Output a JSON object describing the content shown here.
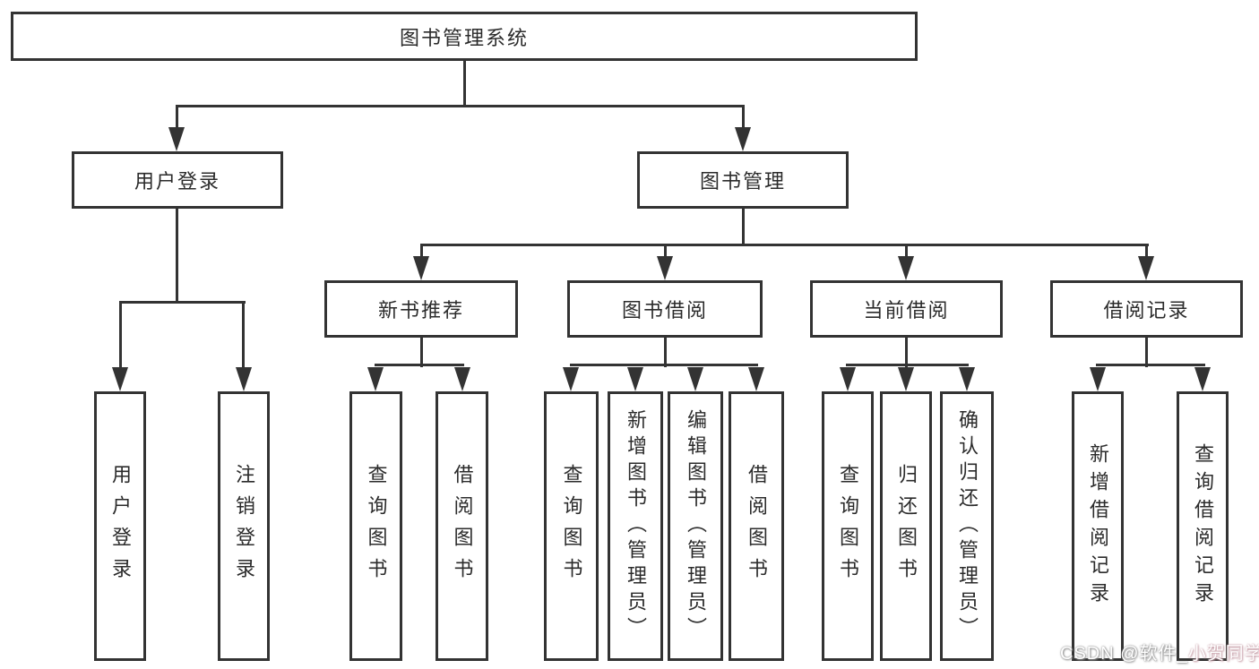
{
  "diagram_title": "图书管理系统",
  "tree": {
    "root": {
      "label": "图书管理系统"
    },
    "branches": [
      {
        "label": "用户登录",
        "children": [
          {
            "label": "用户登录"
          },
          {
            "label": "注销登录"
          }
        ]
      },
      {
        "label": "图书管理",
        "children": [
          {
            "label": "新书推荐",
            "children": [
              {
                "label": "查询图书"
              },
              {
                "label": "借阅图书"
              }
            ]
          },
          {
            "label": "图书借阅",
            "children": [
              {
                "label": "查询图书"
              },
              {
                "label": "新增图书（管理员）"
              },
              {
                "label": "编辑图书（管理员）"
              },
              {
                "label": "借阅图书"
              }
            ]
          },
          {
            "label": "当前借阅",
            "children": [
              {
                "label": "查询图书"
              },
              {
                "label": "归还图书"
              },
              {
                "label": "确认归还（管理员）"
              }
            ]
          },
          {
            "label": "借阅记录",
            "children": [
              {
                "label": "新增借阅记录"
              },
              {
                "label": "查询借阅记录"
              }
            ]
          }
        ]
      }
    ]
  },
  "watermark": {
    "prefix": "CSDN @软件_",
    "suffix": "小贺同学"
  },
  "colors": {
    "line": "#333333",
    "box_fill": "#ffffff",
    "background": "#ffffff",
    "text": "#2b2b2b",
    "watermark_text": "#ffffff",
    "watermark_shadow": "#999999"
  }
}
